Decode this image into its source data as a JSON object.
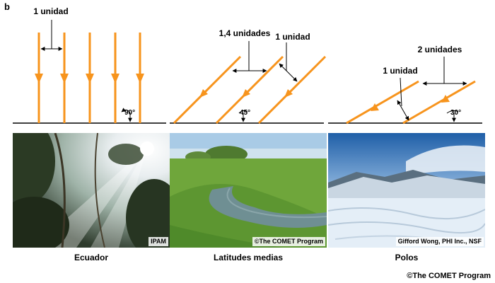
{
  "panel_letter": "b",
  "equator": {
    "width_label": "1 unidad",
    "angle": "90°",
    "caption": "Ecuador",
    "photo_credit": "IPAM"
  },
  "midlat": {
    "width_label_ground": "1,4 unidades",
    "width_label_beam": "1 unidad",
    "angle": "45°",
    "caption": "Latitudes medias",
    "photo_credit": "©The COMET Program"
  },
  "poles": {
    "width_label_ground": "2 unidades",
    "width_label_beam": "1 unidad",
    "angle": "30°",
    "caption": "Polos",
    "photo_credit": "Gifford Wong, PHI Inc., NSF"
  },
  "footer_credit": "©The COMET Program",
  "colors": {
    "ray": "#f7941d",
    "ground": "#000000"
  }
}
